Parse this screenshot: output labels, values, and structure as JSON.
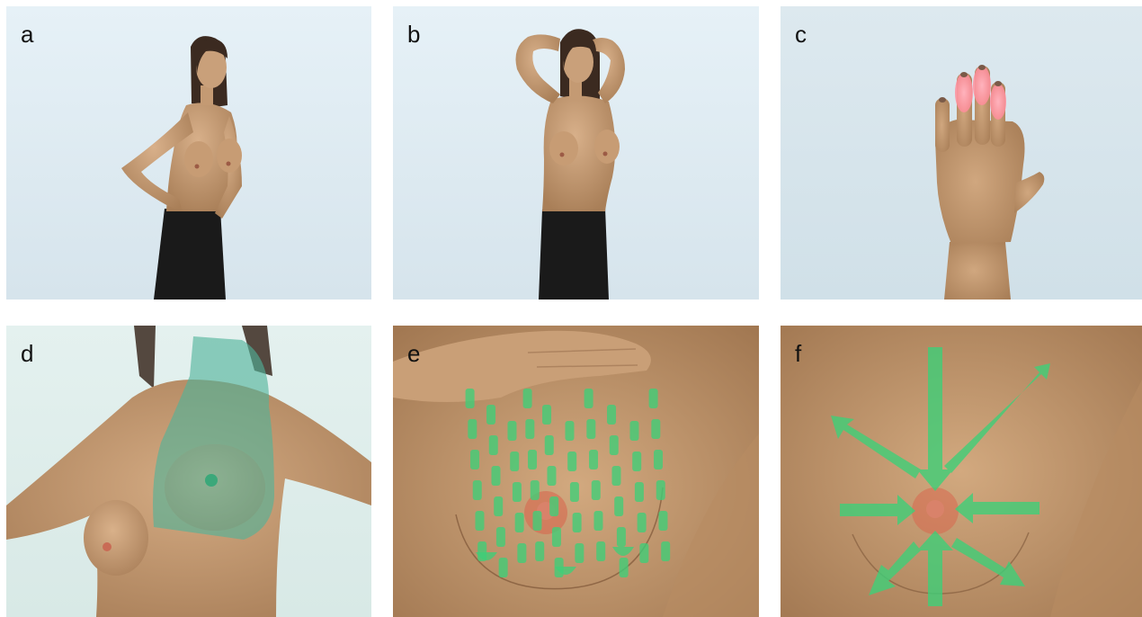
{
  "panels": [
    {
      "label": "a",
      "caption_icon": "standing-hands-on-hips-illustration"
    },
    {
      "label": "b",
      "caption_icon": "arms-raised-illustration"
    },
    {
      "label": "c",
      "caption_icon": "finger-pads-illustration"
    },
    {
      "label": "d",
      "caption_icon": "examination-area-illustration"
    },
    {
      "label": "e",
      "caption_icon": "vertical-strip-pattern-illustration"
    },
    {
      "label": "f",
      "caption_icon": "radial-pattern-illustration"
    }
  ],
  "colors": {
    "background_sky": "#e4eff5",
    "skin": "#c8a079",
    "skin_shadow": "#a97f58",
    "skirt": "#1a1a1a",
    "hair": "#3b2a20",
    "highlight_green": "#3fcf78",
    "area_teal": "#4fb39a",
    "fingertip_pink": "#ff8c9a",
    "nipple_red": "#d9624a"
  }
}
